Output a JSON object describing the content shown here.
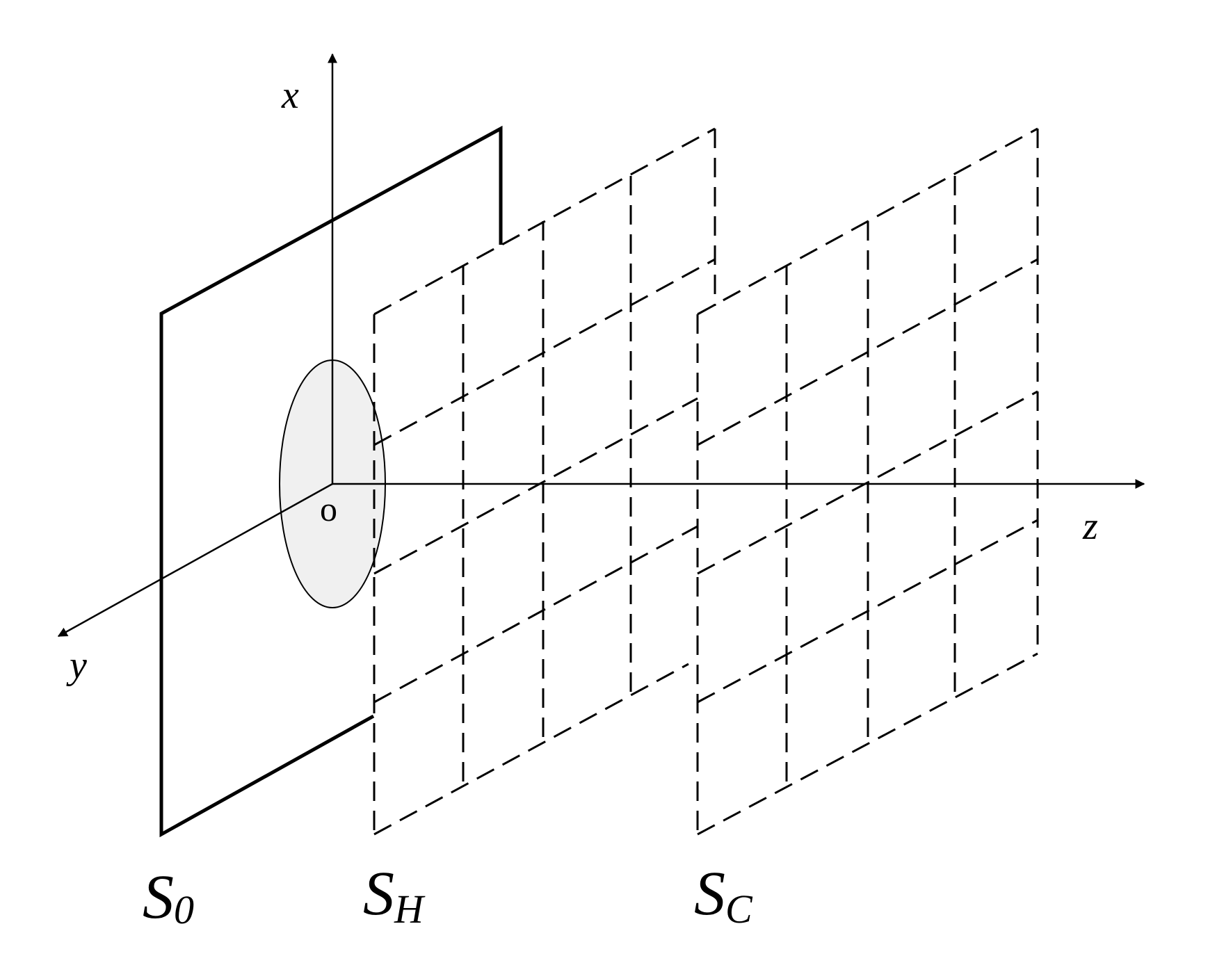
{
  "axes": {
    "x_label": "x",
    "y_label": "y",
    "z_label": "z",
    "origin_label": "o"
  },
  "planes": [
    {
      "id": "S0",
      "main": "S",
      "sub": "0",
      "style": "solid"
    },
    {
      "id": "SH",
      "main": "S",
      "sub": "H",
      "style": "dashed",
      "grid": "4x4"
    },
    {
      "id": "SC",
      "main": "S",
      "sub": "C",
      "style": "dashed",
      "grid": "4x4"
    }
  ],
  "colors": {
    "line": "#000000",
    "aperture_fill": "#f0f0f0"
  }
}
